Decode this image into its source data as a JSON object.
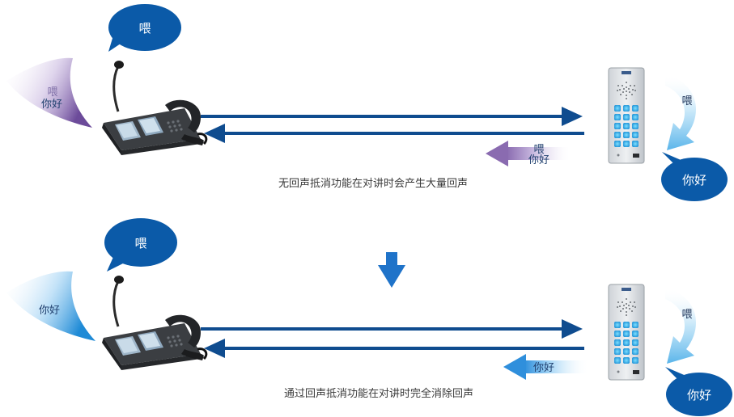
{
  "top_panel": {
    "speech_bubble": "喂",
    "left_echo_upper": "喂",
    "left_echo_lower": "你好",
    "right_incoming": "喂",
    "right_reply_bubble": "你好",
    "return_echo_upper": "喂",
    "return_echo_lower": "你好",
    "caption": "无回声抵消功能在对讲时会产生大量回声"
  },
  "bottom_panel": {
    "speech_bubble": "喂",
    "left_echo": "你好",
    "right_incoming": "喂",
    "right_reply_bubble": "你好",
    "return_echo": "你好",
    "caption": "通过回声抵消功能在对讲时完全消除回声"
  },
  "colors": {
    "arrow_blue": "#0f4c8f",
    "bubble_blue": "#0b5aa8",
    "down_arrow": "#1f73c9",
    "echo_purple": "#8a6bb0",
    "echo_light_blue": "#4fa9e6"
  },
  "icons": {
    "desk_phone": "desk-phone-icon",
    "door_intercom": "door-intercom-icon",
    "transition_arrow": "down-arrow-icon"
  }
}
